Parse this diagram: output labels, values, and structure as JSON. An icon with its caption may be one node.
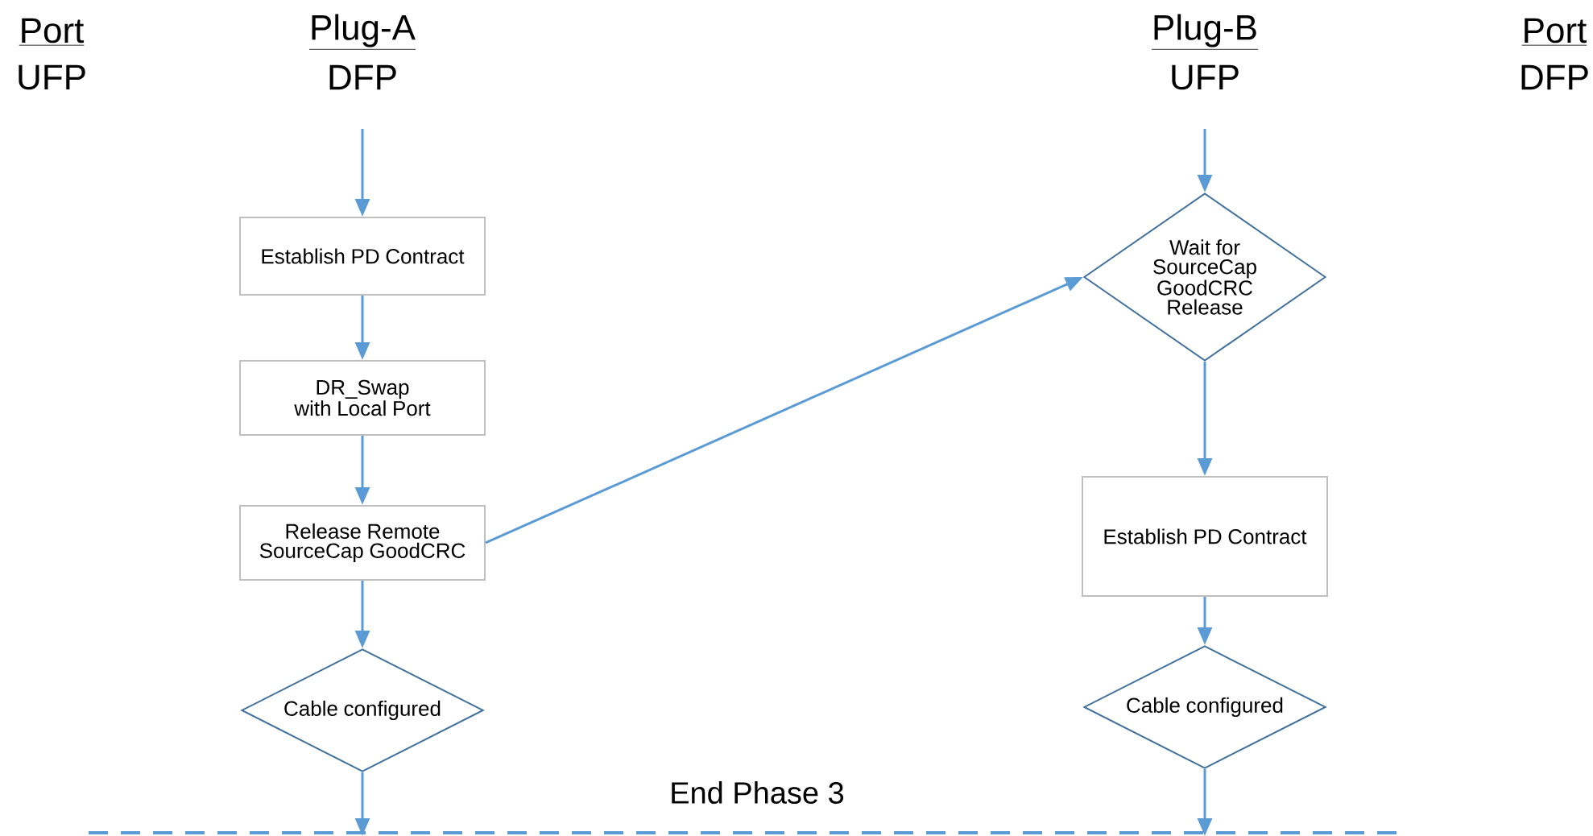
{
  "diagram": {
    "nodes": [
      {
        "text": [
          "Establish PD Contract"
        ]
      },
      {
        "text": [
          "DR_Swap with Local Port"
        ]
      },
      {
        "text": [
          "Release Remote SourceCap GoodCRC"
        ]
      },
      {
        "text": [
          "Cable configured"
        ]
      },
      {
        "text": [
          "Wait for SourceCap GoodCRC Release"
        ]
      },
      {
        "text": [
          "Establish PD Contract"
        ]
      },
      {
        "text": [
          "Cable configured"
        ]
      }
    ],
    "edges": [
      {
        "from": null,
        "to": 0,
        "arrow": "to"
      },
      {
        "from": 0,
        "to": 1,
        "arrow": "to"
      },
      {
        "from": 1,
        "to": 2,
        "arrow": "to"
      },
      {
        "from": 2,
        "to": 3,
        "arrow": "to"
      },
      {
        "from": 3,
        "to": null,
        "arrow": "to"
      },
      {
        "from": null,
        "to": 4,
        "arrow": "to"
      },
      {
        "from": 2,
        "to": 4,
        "arrow": "to"
      },
      {
        "from": 4,
        "to": 5,
        "arrow": "to"
      },
      {
        "from": 5,
        "to": 6,
        "arrow": "to"
      },
      {
        "from": 6,
        "to": null,
        "arrow": "to"
      }
    ],
    "labels": [
      "Port",
      "Plug-A",
      "Plug-B",
      "Port",
      "UFP",
      "DFP",
      "UFP",
      "DFP",
      "End Phase 3"
    ]
  }
}
